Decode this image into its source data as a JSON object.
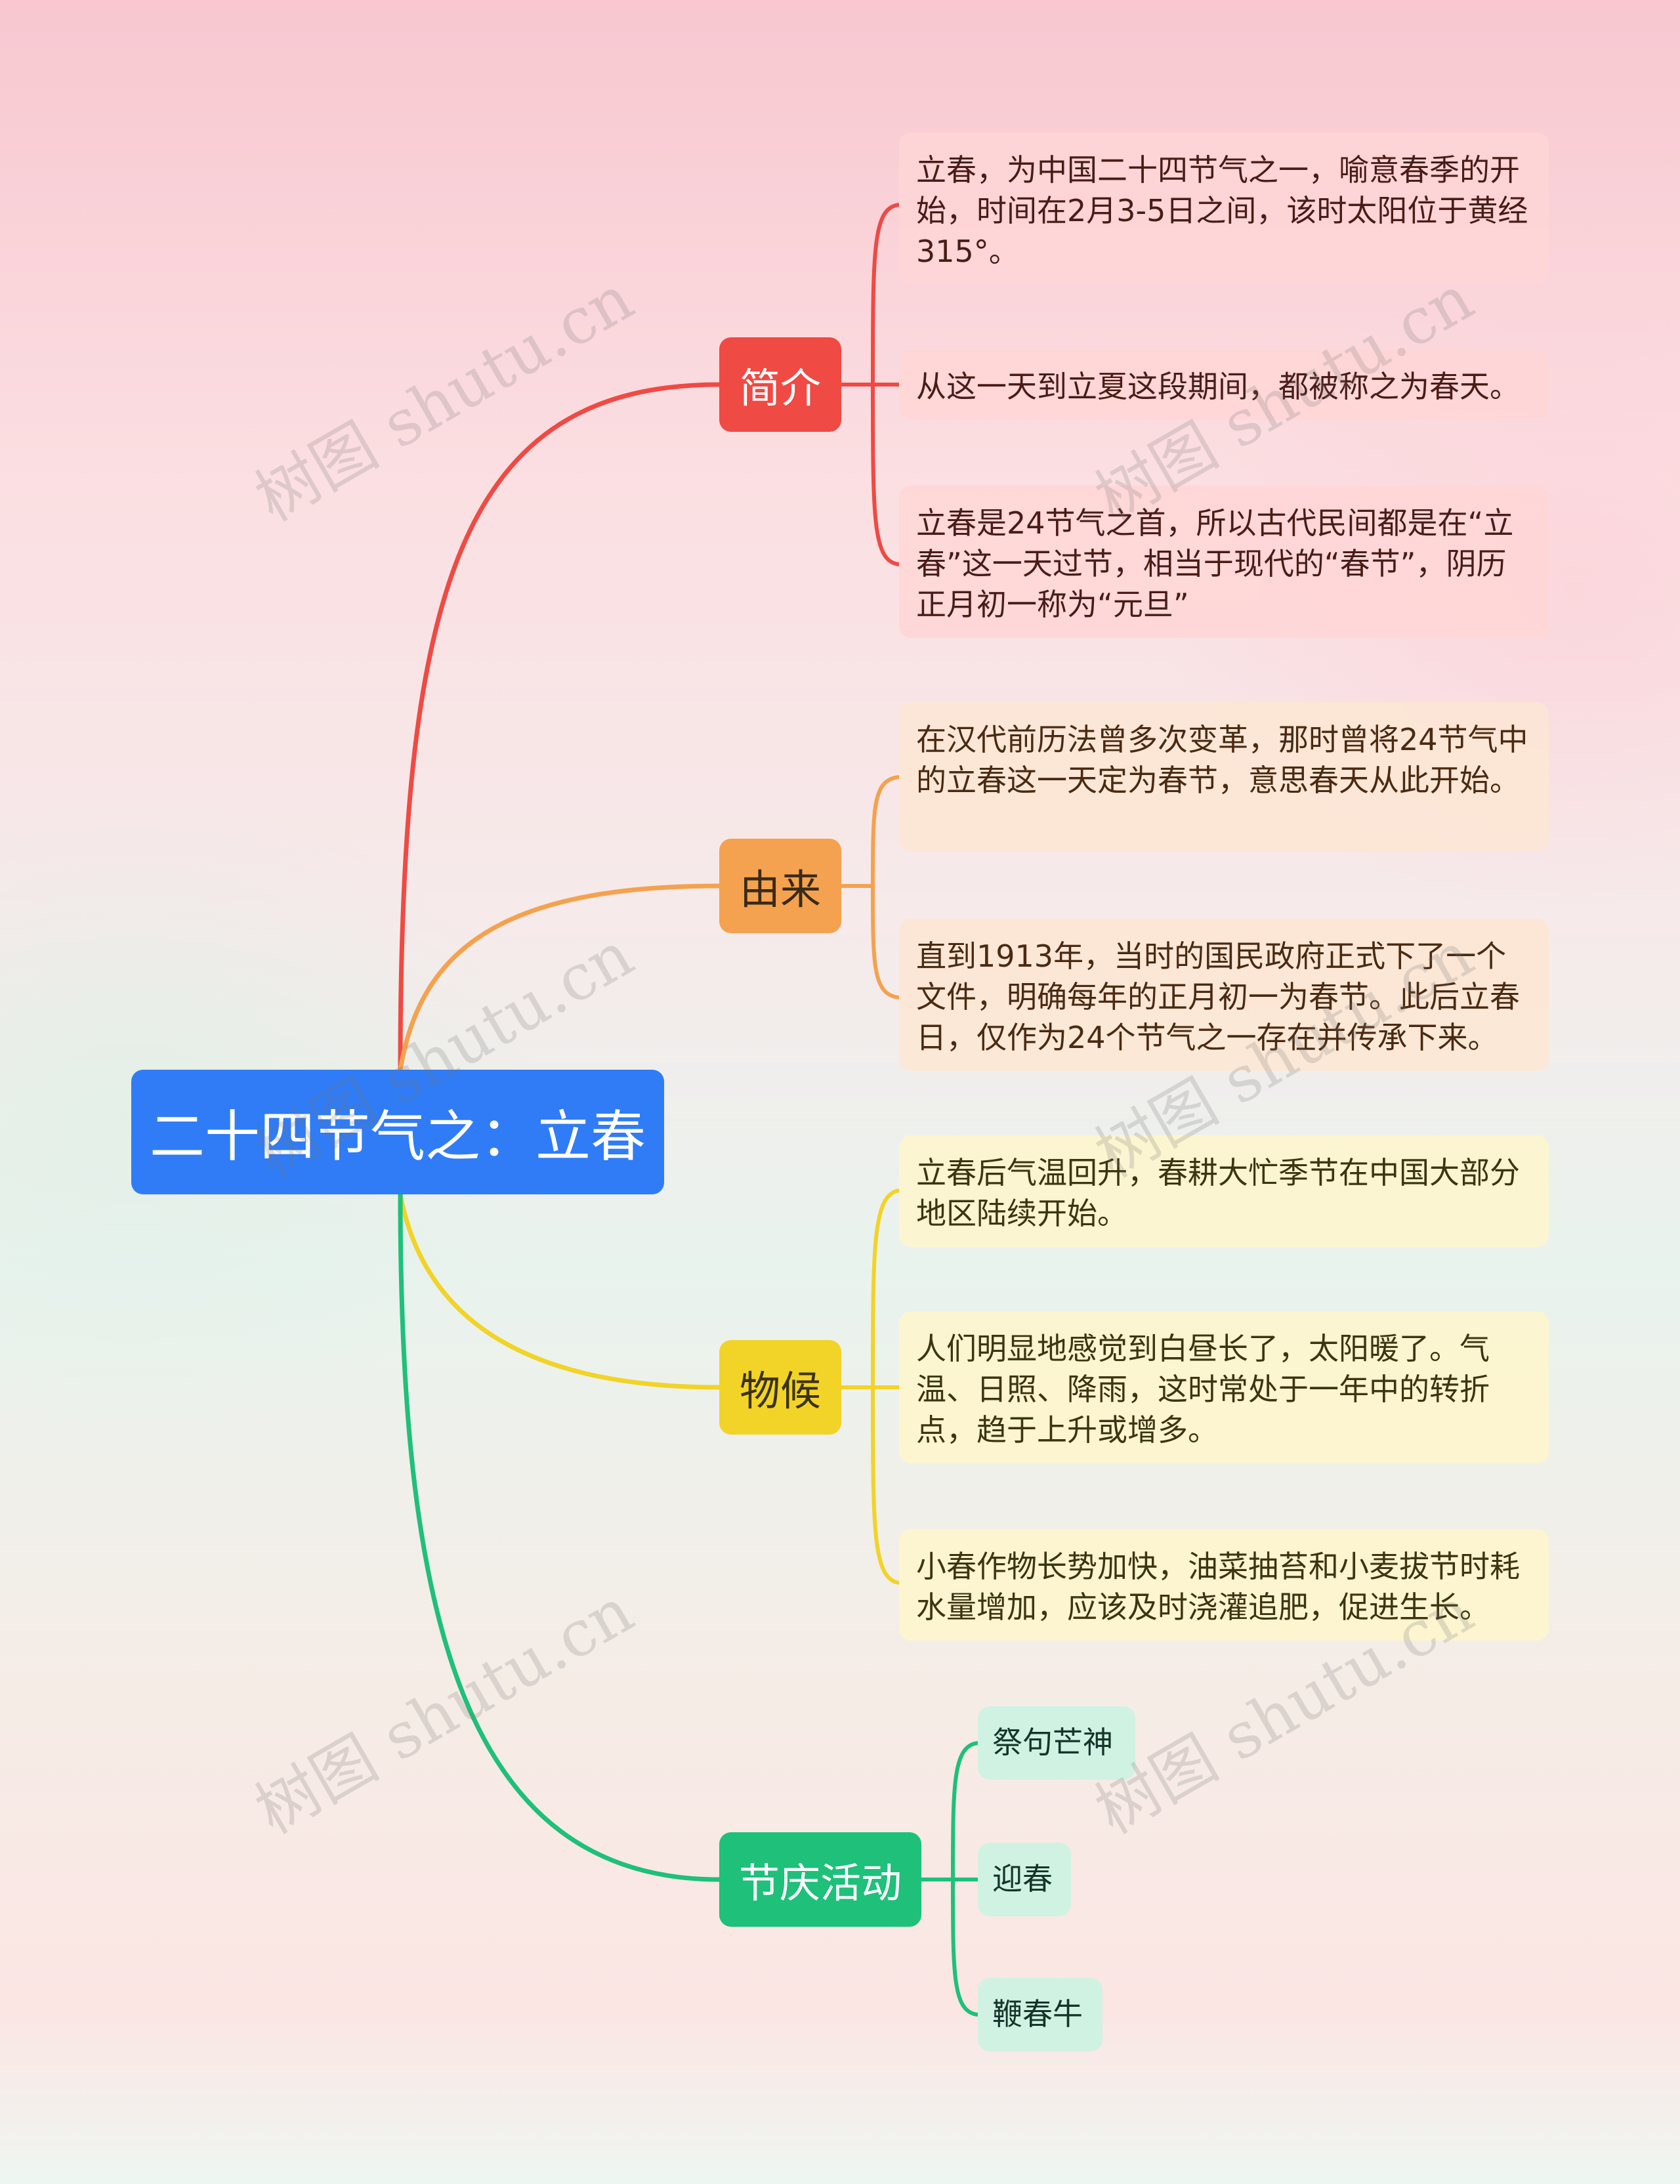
{
  "root": {
    "label": "二十四节气之：立春"
  },
  "branches": [
    {
      "label": "简介",
      "items": [
        "立春，为中国二十四节气之一，喻意春季的开始，时间在2月3-5日之间，该时太阳位于黄经315°。",
        "从这一天到立夏这段期间，都被称之为春天。",
        "立春是24节气之首，所以古代民间都是在“立春”这一天过节，相当于现代的“春节”，阴历正月初一称为“元旦”"
      ]
    },
    {
      "label": "由来",
      "items": [
        "在汉代前历法曾多次变革，那时曾将24节气中的立春这一天定为春节，意思春天从此开始。",
        "直到1913年，当时的国民政府正式下了一个文件，明确每年的正月初一为春节。此后立春日，仅作为24个节气之一存在并传承下来。"
      ]
    },
    {
      "label": "物候",
      "items": [
        "立春后气温回升，春耕大忙季节在中国大部分地区陆续开始。",
        "人们明显地感觉到白昼长了，太阳暖了。气温、日照、降雨，这时常处于一年中的转折点，趋于上升或增多。",
        "小春作物长势加快，油菜抽苔和小麦拔节时耗水量增加，应该及时浇灌追肥，促进生长。"
      ]
    },
    {
      "label": "节庆活动",
      "items": [
        "祭句芒神",
        "迎春",
        "鞭春牛"
      ]
    }
  ],
  "watermark": "树图 shutu.cn",
  "colors": {
    "root": "#2f7cf6",
    "branch1": "#ef4a43",
    "branch2": "#f4a24f",
    "branch3": "#f2d327",
    "branch4": "#1ec07a"
  }
}
